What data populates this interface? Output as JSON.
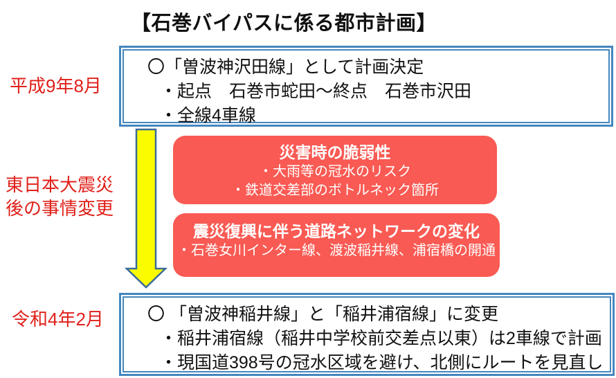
{
  "title": "【石巻バイパスに係る都市計画】",
  "colors": {
    "background": "#ffffff",
    "box_border_blue": "#4486be",
    "label_red": "#e0201a",
    "reason_box_red": "#f95a53",
    "reason_text_white": "#ffffff",
    "arrow_fill_yellow": "#fcfc00",
    "arrow_outline_blue": "#3a6b99",
    "body_text_black": "#111111"
  },
  "timeline": {
    "phase1": {
      "label": "平成9年8月",
      "box": {
        "line1": "〇「曽波神沢田線」として計画決定",
        "line2": "・起点　石巻市蛇田～終点　石巻市沢田",
        "line3": "・全線4車線"
      }
    },
    "change": {
      "label_line1": "東日本大震災",
      "label_line2": "後の事情変更",
      "arrow": "down-arrow",
      "reason1": {
        "title": "災害時の脆弱性",
        "items": [
          "・大雨等の冠水のリスク",
          "・鉄道交差部のボトルネック箇所"
        ]
      },
      "reason2": {
        "title": "震災復興に伴う道路ネットワークの変化",
        "items": [
          "・石巻女川インター線、渡波稲井線、浦宿橋の開通"
        ]
      }
    },
    "phase2": {
      "label": "令和4年2月",
      "box": {
        "line1": "〇 「曽波神稲井線」と「稲井浦宿線」に変更",
        "line2": "・稲井浦宿線（稲井中学校前交差点以東）は2車線で計画",
        "line3": "・現国道398号の冠水区域を避け、北側にルートを見直し"
      }
    }
  }
}
